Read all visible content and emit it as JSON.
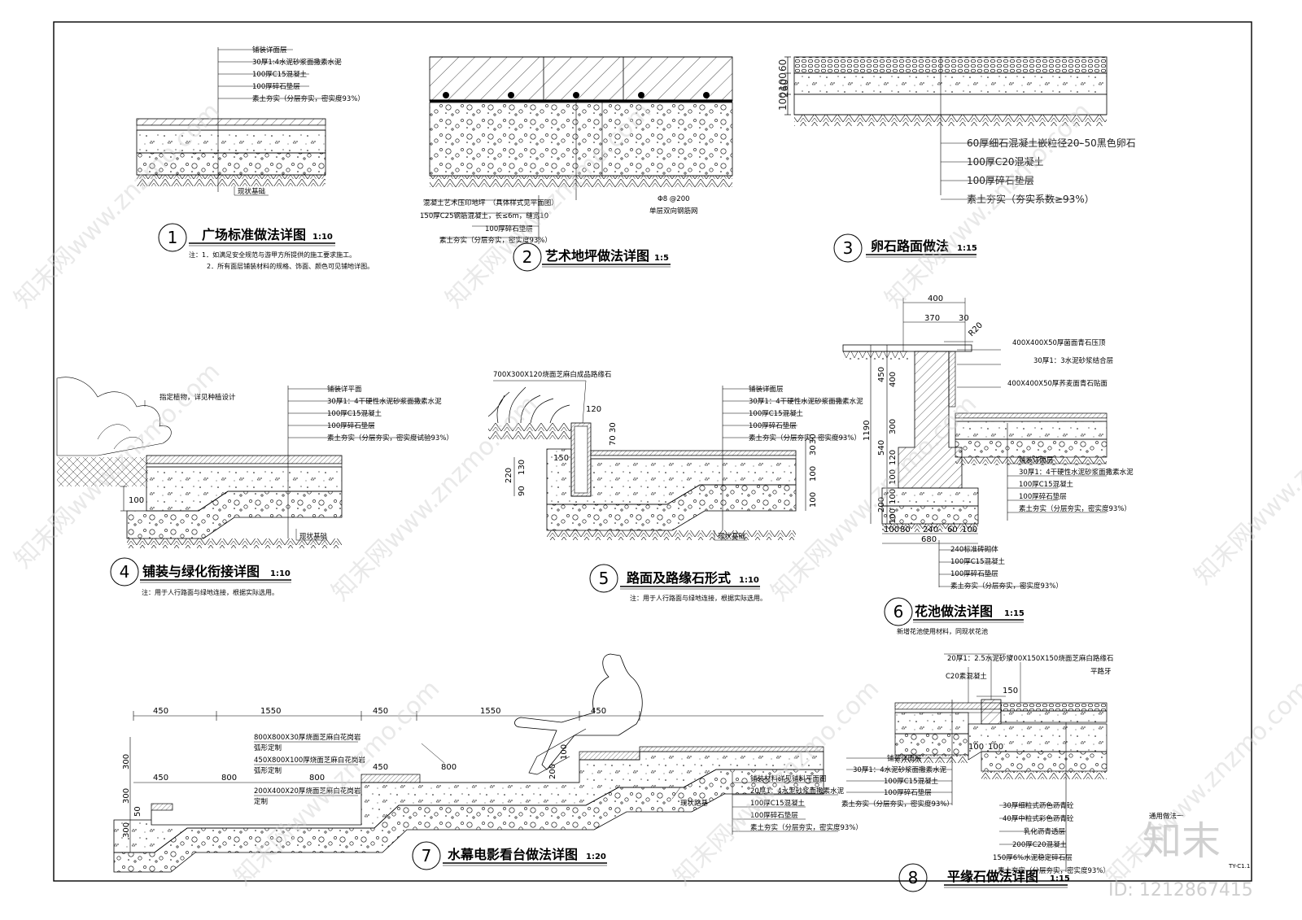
{
  "details": [
    {
      "id": "detail-1",
      "num": "1",
      "title": "广场标准做法详图",
      "scale": "1:10",
      "layers": [
        "铺装详面层",
        "30厚1:4水泥砂浆面撒素水泥",
        "100厚C15混凝土",
        "100厚碎石垫层",
        "素土夯实（分层夯实，密实度93%）"
      ],
      "ground": "现状基础",
      "notes": [
        "注：1．如满足安全规范与游甲方所提供的施工要求施工。",
        "2．所有面层铺装材料的规格、饰面、颜色可见铺地详图。"
      ]
    },
    {
      "id": "detail-2",
      "num": "2",
      "title": "艺术地坪做法详图",
      "scale": "1:5",
      "layers": [
        "混凝土艺术压印地坪　（具体样式见平面图）",
        "150厚C25钢筋混凝土，长≤6m，缝宽10",
        "100厚碎石垫层",
        "素土夯实（分层夯实，密实度93%）"
      ],
      "rebar": [
        "Φ8 @200",
        "单层双向钢筋网"
      ]
    },
    {
      "id": "detail-3",
      "num": "3",
      "title": "卵石路面做法",
      "scale": "1:15",
      "layers": [
        "60厚细石混凝土嵌粒径20–50黑色卵石",
        "100厚C20混凝土",
        "100厚碎石垫层",
        "素土夯实（夯实系数≥93%）"
      ],
      "dims": [
        "260",
        "100",
        "100",
        "60"
      ]
    },
    {
      "id": "detail-4",
      "num": "4",
      "title": "铺装与绿化衔接详图",
      "scale": "1:10",
      "layers": [
        "铺装详平面",
        "30厚1：4干硬性水泥砂浆面撒素水泥",
        "100厚C15混凝土",
        "100厚碎石垫层",
        "素土夯实（分层夯实，密实度试验93%）"
      ],
      "plant_note": "指定植物，详见种植设计",
      "ground": "现状基础",
      "dim": "100",
      "note": "注：用于人行路面与绿地连接，根据实际选用。"
    },
    {
      "id": "detail-5",
      "num": "5",
      "title": "路面及路缘石形式",
      "scale": "1:10",
      "top_label": "700X300X120烧面芝麻白成品路缘石",
      "layers": [
        "铺装详面层",
        "30厚1：4干硬性水泥砂浆面撒素水泥",
        "100厚C15混凝土",
        "100厚碎石垫层",
        "素土夯实（分层夯实，密实度93%）"
      ],
      "ground": "现状基础",
      "dims": [
        "120",
        "70",
        "30",
        "150",
        "220",
        "130",
        "90",
        "30",
        "30",
        "100",
        "100"
      ],
      "note": "注：用于人行路面与绿地连接，根据实际选用。"
    },
    {
      "id": "detail-6",
      "num": "6",
      "title": "花池做法详图",
      "scale": "1:15",
      "top_layers": [
        "400X400X50厚菌面青石压顶",
        "30厚1：3水泥砂浆结合层",
        "400X400X50厚荞麦面青石贴面"
      ],
      "right_layers": [
        "铺装详面层",
        "30厚1：4干硬性水泥砂浆面撒素水泥",
        "100厚C15混凝土",
        "100厚碎石垫层",
        "素土夯实（分层夯实，密实度93%）"
      ],
      "bottom_layers": [
        "240标准砖砌体",
        "100厚C15混凝土",
        "100厚碎石垫层",
        "素土夯实（分层夯实，密实度93%）"
      ],
      "top_dims": [
        "400",
        "370",
        "30",
        "R20"
      ],
      "left_dims": [
        "1190",
        "450",
        "400",
        "300",
        "540",
        "120",
        "100",
        "200",
        "100",
        "100"
      ],
      "bottom_dims": [
        "100",
        "80",
        "240",
        "60",
        "100",
        "680"
      ],
      "note": "新增花池使用材料，同现状花池"
    },
    {
      "id": "detail-7",
      "num": "7",
      "title": "水幕电影看台做法详图",
      "scale": "1:20",
      "top_dims": [
        "450",
        "1550",
        "450",
        "1550",
        "450"
      ],
      "mid_dims": [
        "450",
        "800",
        "800",
        "450",
        "800"
      ],
      "left_dims": [
        "300",
        "300",
        "300",
        "50"
      ],
      "seat_dims": [
        "200",
        "100"
      ],
      "materials": [
        "800X800X30厚烧面芝麻白花岗岩",
        "弧形定制",
        "450X800X100厚烧面芝麻白花岗岩",
        "弧形定制",
        "200X400X20厚烧面芝麻白花岗岩",
        "定制"
      ],
      "layers": [
        "铺装材料详见铺料平面图",
        "20厚1：4水泥砂浆面撒素水泥",
        "100厚C15混凝土",
        "100厚碎石垫层",
        "素土夯实（分层夯实，密实度93%）"
      ],
      "ground": "现状路基"
    },
    {
      "id": "detail-8",
      "num": "8",
      "title": "平缘石做法详图",
      "scale": "1:15",
      "top_labels": [
        "20厚1：2.5水泥砂浆",
        "700X150X150烧面芝麻白路缘石",
        "平路牙",
        "C20素混凝土"
      ],
      "left_layers": [
        "铺装详面层",
        "30厚1：4水泥砂浆面撒素水泥",
        "100厚C15混凝土",
        "100厚碎石垫层",
        "素土夯实（分层夯实，密实度93%）"
      ],
      "right_layers": [
        "30厚细粒式沥色沥青砼",
        "40厚中粒式彩色沥青砼",
        "乳化沥青透层",
        "200厚C20混凝土",
        "150厚6%水泥稳定碎石层",
        "素土夯实（分层夯实，密实度93%）"
      ],
      "dims": [
        "150",
        "100",
        "100"
      ],
      "general_note": "通用做法一"
    }
  ],
  "sheet": {
    "code": "TY-C1.1"
  },
  "watermarks": {
    "text": "知末网www.znzmo.com",
    "brand": "知末",
    "id": "ID: 1212867415"
  }
}
